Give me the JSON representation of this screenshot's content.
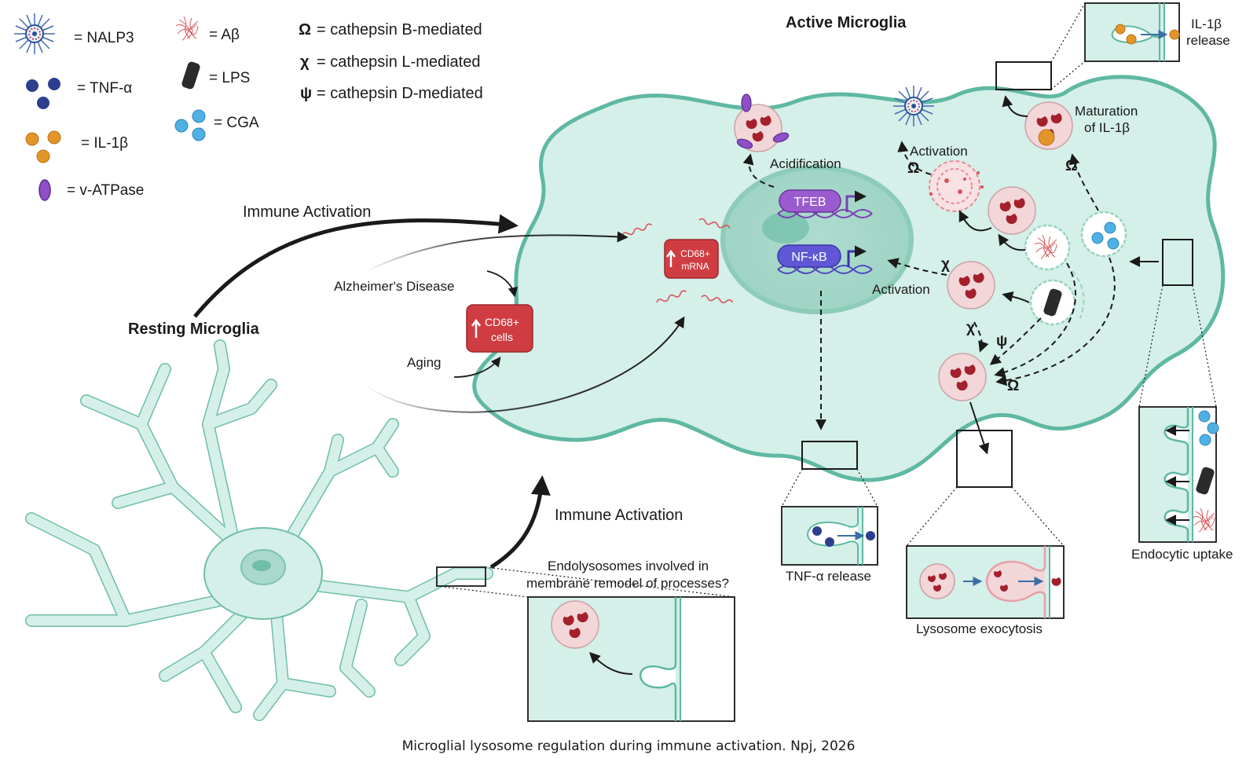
{
  "caption": "Microglial lysosome regulation during immune activation. Npj, 2026",
  "legend": {
    "nalp3": "= NALP3",
    "tnf": "= TNF-α",
    "il1b": "= IL-1β",
    "vatpase": "= v-ATPase",
    "abeta": "= Aβ",
    "lps": "= LPS",
    "cga": "= CGA",
    "omega": "= cathepsin B-mediated",
    "chi": "= cathepsin L-mediated",
    "psi": "= cathepsin D-mediated"
  },
  "symbols": {
    "omega": "Ω",
    "chi": "χ",
    "psi": "ψ"
  },
  "labels": {
    "active_microglia": "Active Microglia",
    "resting_microglia": "Resting Microglia",
    "immune_activation_top": "Immune Activation",
    "immune_activation_bottom": "Immune Activation",
    "alzheimers": "Alzheimer's Disease",
    "aging": "Aging",
    "cd68_cells_line1": "CD68+",
    "cd68_cells_line2": "cells",
    "cd68_mrna_line1": "CD68+",
    "cd68_mrna_line2": "mRNA",
    "acidification": "Acidification",
    "activation_nalp3": "Activation",
    "activation_nfkb": "Activation",
    "tfeb": "TFEB",
    "nfkb": "NF-κB",
    "maturation_line1": "Maturation",
    "maturation_line2": "of IL-1β",
    "il1b_release_line1": "IL-1β",
    "il1b_release_line2": "release",
    "tnf_release": "TNF-α release",
    "lysosome_exocytosis": "Lysosome exocytosis",
    "endocytic_uptake": "Endocytic uptake",
    "endolysosomes_line1": "Endolysosomes involved in",
    "endolysosomes_line2": "membrane remodel of processes?"
  },
  "colors": {
    "cell_fill": "#d5efe9",
    "cell_stroke": "#5fb8a2",
    "lysosome_fill": "#f3d6d8",
    "cathepsin": "#a3202c",
    "cd68_box": "#cf3d43",
    "tfeb": "#9a5bcf",
    "nfkb": "#5f57d6",
    "tnf": "#2c3f8f",
    "il1b": "#e2962a",
    "cga": "#4fb0e3"
  }
}
